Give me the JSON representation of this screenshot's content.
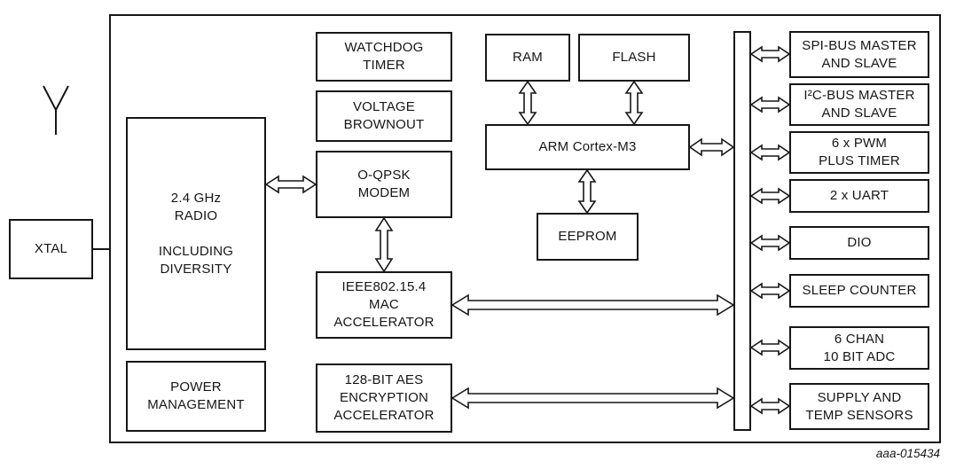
{
  "diagram": {
    "caption": "aaa-015434",
    "colors": {
      "line": "#161616",
      "background": "#ffffff",
      "text": "#161616"
    },
    "blocks": {
      "xtal": "XTAL",
      "radio": "2.4 GHz\nRADIO\n\nINCLUDING\nDIVERSITY",
      "power": "POWER\nMANAGEMENT",
      "watchdog": "WATCHDOG\nTIMER",
      "brownout": "VOLTAGE\nBROWNOUT",
      "modem": "O-QPSK\nMODEM",
      "mac": "IEEE802.15.4\nMAC\nACCELERATOR",
      "aes": "128-BIT AES\nENCRYPTION\nACCELERATOR",
      "ram": "RAM",
      "flash": "FLASH",
      "cpu": "ARM Cortex-M3",
      "eeprom": "EEPROM",
      "spi": "SPI-BUS MASTER\nAND SLAVE",
      "i2c": "I²C-BUS MASTER\nAND SLAVE",
      "pwm": "6 x PWM\nPLUS TIMER",
      "uart": "2 x UART",
      "dio": "DIO",
      "sleep": "SLEEP COUNTER",
      "adc": "6 CHAN\n10 BIT ADC",
      "sensors": "SUPPLY AND\nTEMP SENSORS"
    }
  }
}
